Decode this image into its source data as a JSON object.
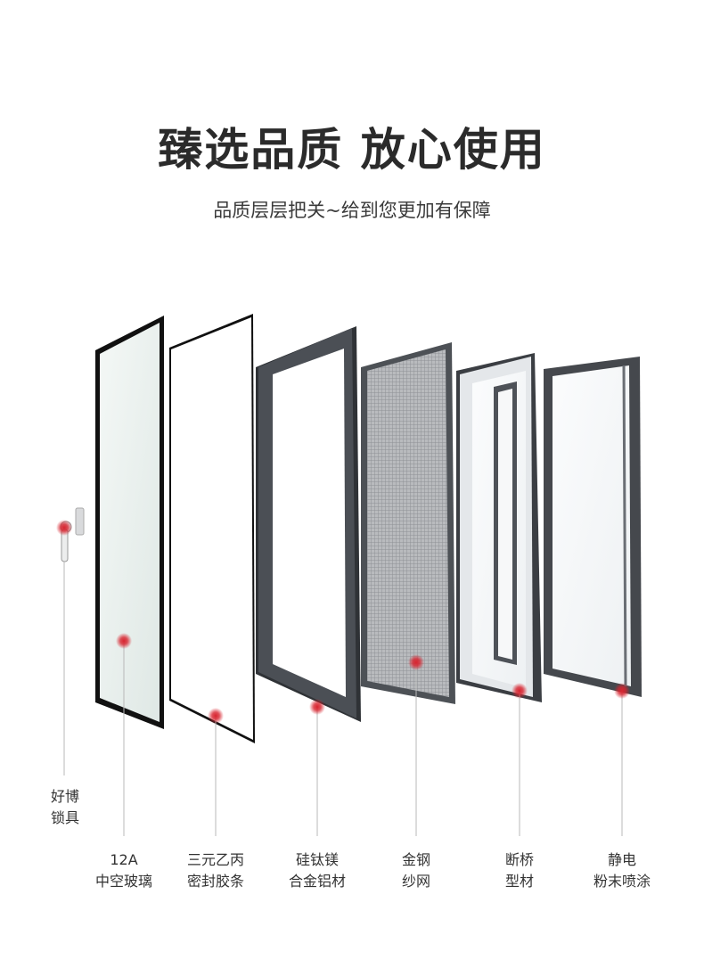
{
  "headline": "臻选品质 放心使用",
  "subline": "品质层层把关~给到您更加有保障",
  "components": [
    {
      "id": "lock",
      "line1": "好博",
      "line2": "锁具"
    },
    {
      "id": "glass",
      "line1": "12A",
      "line2": "中空玻璃"
    },
    {
      "id": "seal",
      "line1": "三元乙丙",
      "line2": "密封胶条"
    },
    {
      "id": "alloy",
      "line1": "硅钛镁",
      "line2": "合金铝材"
    },
    {
      "id": "screen",
      "line1": "金钢",
      "line2": "纱网"
    },
    {
      "id": "profile",
      "line1": "断桥",
      "line2": "型材"
    },
    {
      "id": "coating",
      "line1": "静电",
      "line2": "粉末喷涂"
    }
  ],
  "colors": {
    "frame_dark": "#3f4247",
    "frame_mid": "#5c6066",
    "marker": "#c8202a",
    "leader": "#b8b8b8"
  }
}
